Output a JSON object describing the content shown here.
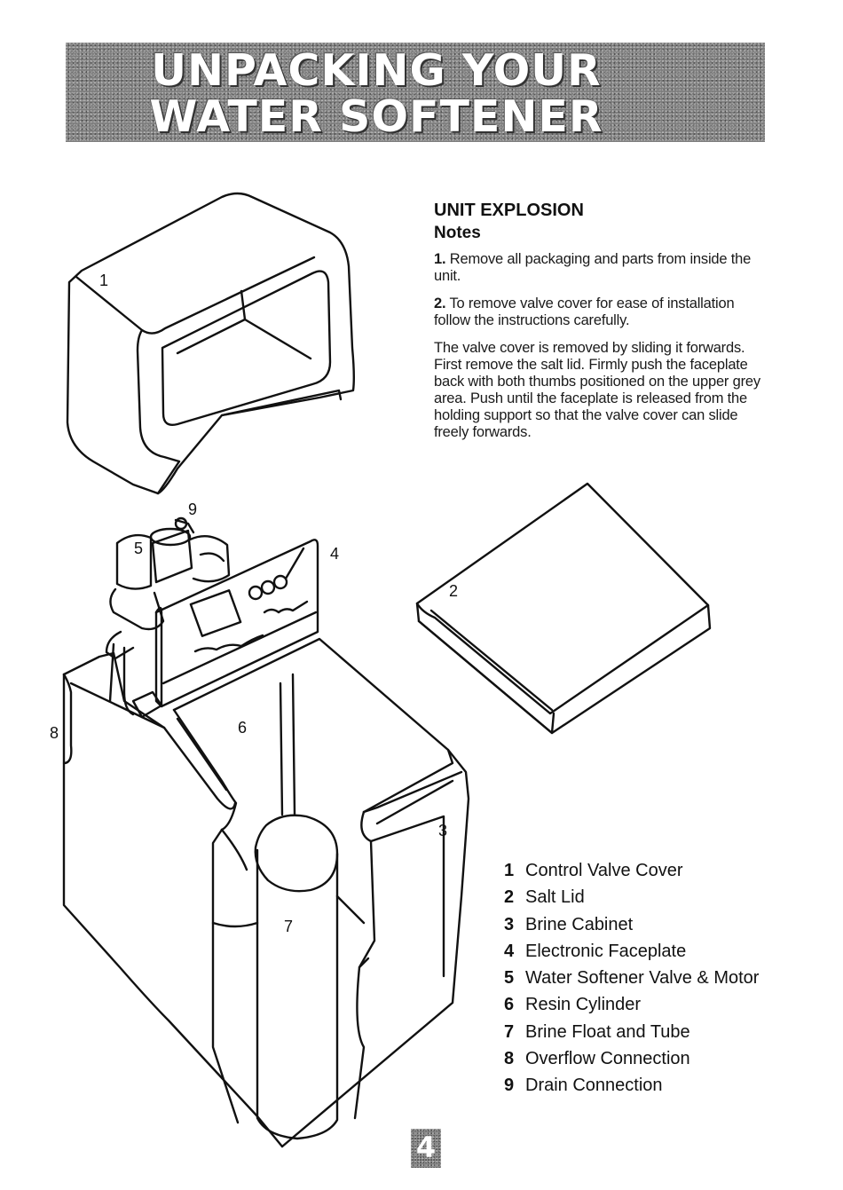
{
  "header": {
    "title_line1": "UNPACKING YOUR",
    "title_line2": "WATER SOFTENER"
  },
  "notes": {
    "heading": "UNIT EXPLOSION",
    "subheading": "Notes",
    "items": [
      {
        "num": "1.",
        "text": " Remove all packaging and parts from inside the unit."
      },
      {
        "num": "2.",
        "text": " To remove valve cover for ease of installation follow the instructions carefully."
      }
    ],
    "paragraph": "The valve cover is removed by sliding it forwards. First remove the salt lid. Firmly push the faceplate back with both thumbs positioned on the upper grey area. Push until the faceplate is released from the holding support so that the valve cover can slide freely forwards."
  },
  "callouts": {
    "c1": "1",
    "c2": "2",
    "c3": "3",
    "c4": "4",
    "c5": "5",
    "c6": "6",
    "c7": "7",
    "c8": "8",
    "c9": "9"
  },
  "legend": [
    {
      "num": "1",
      "label": "Control Valve Cover"
    },
    {
      "num": "2",
      "label": "Salt Lid"
    },
    {
      "num": "3",
      "label": "Brine Cabinet"
    },
    {
      "num": "4",
      "label": "Electronic Faceplate"
    },
    {
      "num": "5",
      "label": "Water Softener Valve & Motor"
    },
    {
      "num": "6",
      "label": "Resin Cylinder"
    },
    {
      "num": "7",
      "label": "Brine Float and Tube"
    },
    {
      "num": "8",
      "label": "Overflow Connection"
    },
    {
      "num": "9",
      "label": "Drain Connection"
    }
  ],
  "page_number": "4"
}
